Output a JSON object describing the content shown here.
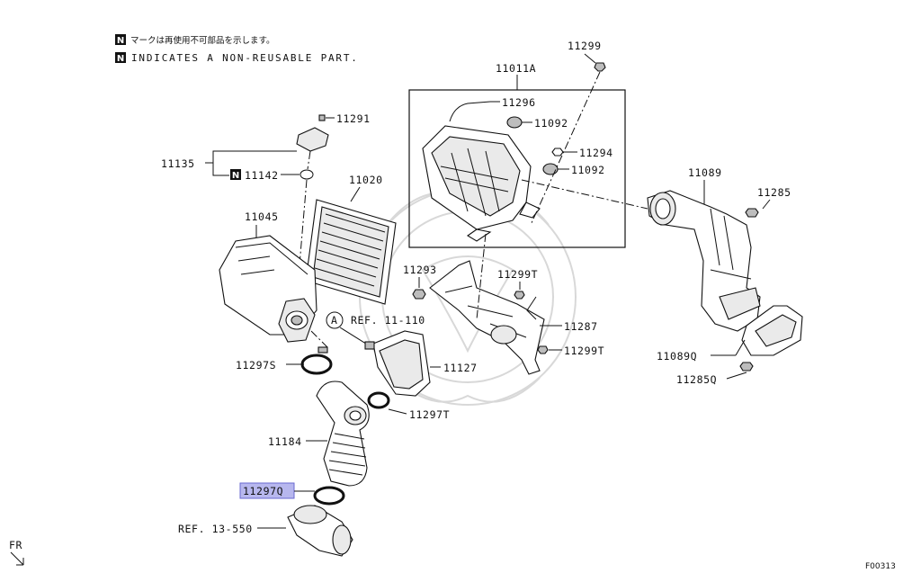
{
  "notes": {
    "badge": "N",
    "jp": "マークは再使用不可部品を示します。",
    "en": "INDICATES A NON-REUSABLE PART."
  },
  "labels": {
    "p11299": "11299",
    "p11011A": "11011A",
    "p11296": "11296",
    "p11092a": "11092",
    "p11294": "11294",
    "p11092b": "11092",
    "p11291": "11291",
    "p11135": "11135",
    "p11142": "11142",
    "p11020": "11020",
    "p11045": "11045",
    "p11089": "11089",
    "p11285": "11285",
    "p11293": "11293",
    "p11299T_top": "11299T",
    "p11287": "11287",
    "p11299T_bottom": "11299T",
    "ref11110": "REF. 11-110",
    "refA": "A",
    "p11127": "11127",
    "p11297S": "11297S",
    "p11297T": "11297T",
    "p11089Q": "11089Q",
    "p11285Q": "11285Q",
    "p11184": "11184",
    "p11297Q": "11297Q",
    "ref13550": "REF. 13-550",
    "fr": "FR",
    "figure_code": "F00313"
  },
  "highlight_color": "#b7b7ee"
}
